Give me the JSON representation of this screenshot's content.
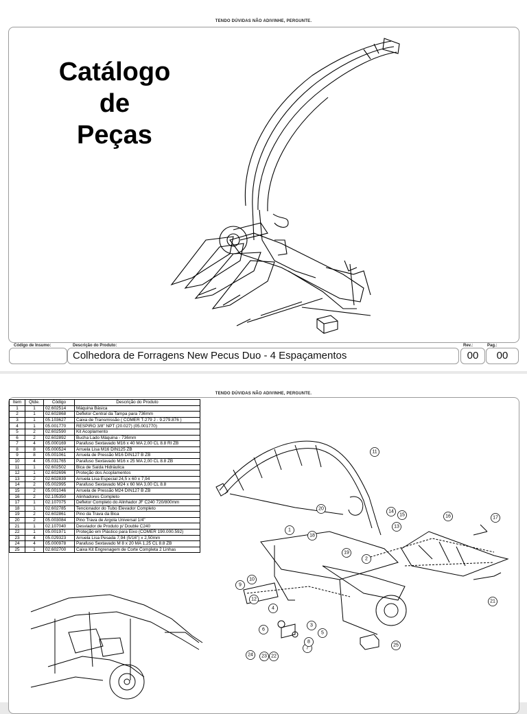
{
  "page1": {
    "notice": "TENDO DÚVIDAS NÃO ADIVINHE, PERGUNTE.",
    "title_lines": [
      "Catálogo",
      "de",
      "Peças"
    ],
    "labels": {
      "insumo": "Código de Insumo:",
      "descricao": "Descrição do Produto:",
      "rev": "Rev.:",
      "pag": "Pag.:"
    },
    "product_name": "Colhedora de Forragens New Pecus Duo - 4 Espaçamentos",
    "rev_value": "00",
    "pag_value": "00"
  },
  "page2": {
    "notice": "TENDO DÚVIDAS NÃO ADIVINHE, PERGUNTE.",
    "headers": {
      "item": "Item",
      "qtde": "Qtde.",
      "codigo": "Código",
      "descricao": "Descrição do Produto"
    },
    "rows": [
      [
        "1",
        "1",
        "02.602514",
        "Máquina Básica"
      ],
      [
        "2",
        "1",
        "02.602868",
        " Defletor Central da Tampa para 736mm"
      ],
      [
        "3",
        "1",
        "05.103627",
        "Caixa de Transmissão ( COMER T-279 J - 9.279.876 )"
      ],
      [
        "4",
        "1",
        "05.001770",
        " RESPIRO 3/8\" NPT (20.027) (05.001770)"
      ],
      [
        "5",
        "2",
        "02.602590",
        "Kit Acoplamento"
      ],
      [
        "6",
        "2",
        "02.602892",
        "Bucha Lado Máquina - 736mm"
      ],
      [
        "7",
        "4",
        "05.000169",
        "Parafuso Sextavado  M16 x 40 MA 2,00 CL 8.8 RI ZB"
      ],
      [
        "8",
        "8",
        "05.000524",
        "Arruela Lisa M16 DIN125 ZB"
      ],
      [
        "9",
        "8",
        "05.001061",
        "Arruela de Pressão M16 DIN127 B ZB"
      ],
      [
        "10",
        "4",
        "05.031765",
        "Parafuso Sextavado M16 x 25 MA 2,00 CL 8.8 ZB"
      ],
      [
        "11",
        "1",
        "02.602502",
        "Bica de Saída Hidráulica"
      ],
      [
        "12",
        "1",
        "02.602696",
        "Proteção dos Acoplamentos"
      ],
      [
        "13",
        "2",
        "02.602839",
        "Arruela Lisa Especial 24,5 x 60 x 7,94"
      ],
      [
        "14",
        "2",
        "05.002995",
        "Parafuso Sextavado M24 x 60 MA 3,00 CL 8.8"
      ],
      [
        "15",
        "2",
        "05.001046",
        "Arruela de Pressão M24 DIN127 B ZB"
      ],
      [
        "16",
        "2",
        "02.105350",
        "Alinhadores Completo"
      ],
      [
        "17",
        "1",
        "02.107075",
        "Defletor Completo do Alinhador JF C240 720/800mm"
      ],
      [
        "18",
        "1",
        "02.602785",
        "Tencionador do Tubo Elevador Completo"
      ],
      [
        "19",
        "2",
        "02.602861",
        "Pino da Trava da Bica"
      ],
      [
        "20",
        "2",
        "05.003084",
        "Pino Trava de Argola Universal 1/4\""
      ],
      [
        "21",
        "1",
        "02.107040",
        "Desviador de Produto p/ Double C240"
      ],
      [
        "22",
        "1",
        "05.001971",
        "Proteção em Plástico para Eixo (COMER 190.000.592)"
      ],
      [
        "23",
        "4",
        "05.029323",
        "Arruela Lisa Pesada 7,94 (5/16\") x 2,50mm"
      ],
      [
        "24",
        "4",
        "05.000978",
        "Parafuso Sextavado  M 8 x 20 MA 1,25 CL 8.8 ZB"
      ],
      [
        "25",
        "1",
        "02.602700",
        "Caixa Kit Engrenagem de Corte Completa 2 Linhas"
      ]
    ],
    "callouts": [
      "1",
      "2",
      "3",
      "4",
      "5",
      "6",
      "7",
      "8",
      "9",
      "10",
      "11",
      "12",
      "13",
      "14",
      "15",
      "16",
      "17",
      "18",
      "19",
      "20",
      "21",
      "22",
      "23",
      "24",
      "25"
    ]
  }
}
